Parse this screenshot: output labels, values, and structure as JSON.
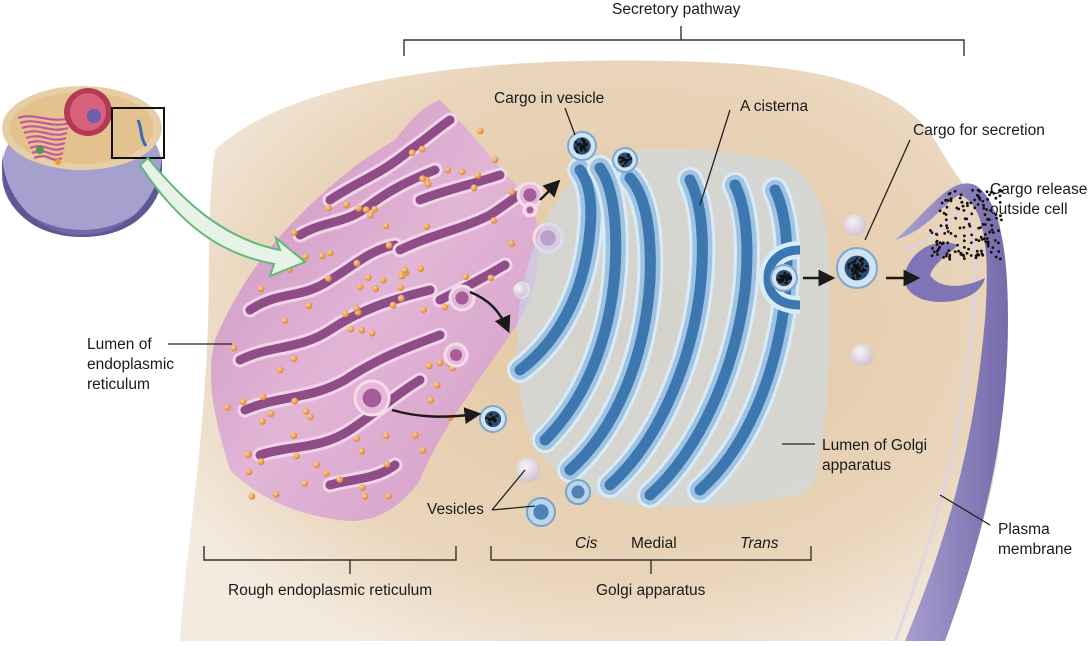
{
  "labels": {
    "secretory_pathway": "Secretory pathway",
    "cargo_in_vesicle": "Cargo in vesicle",
    "a_cisterna": "A cisterna",
    "cargo_for_secretion": "Cargo for secretion",
    "cargo_release": "Cargo release\noutside cell",
    "lumen_er": "Lumen of\nendoplasmic\nreticulum",
    "lumen_golgi": "Lumen of Golgi\napparatus",
    "vesicles": "Vesicles",
    "plasma_membrane": "Plasma\nmembrane",
    "cis": "Cis",
    "medial": "Medial",
    "trans": "Trans",
    "rough_er": "Rough endoplasmic reticulum",
    "golgi_apparatus": "Golgi apparatus"
  },
  "colors": {
    "background": "#ffffff",
    "cytoplasm": "#e8d2b4",
    "er_light": "#dba8cf",
    "er_dark": "#8e4d86",
    "ribosome": "#eda24c",
    "golgi_outer": "#bcd9ee",
    "golgi_dark": "#3d77b0",
    "membrane": "#8f86c2",
    "cargo": "#1b1b1b",
    "arrow_green": "#5fb978"
  }
}
